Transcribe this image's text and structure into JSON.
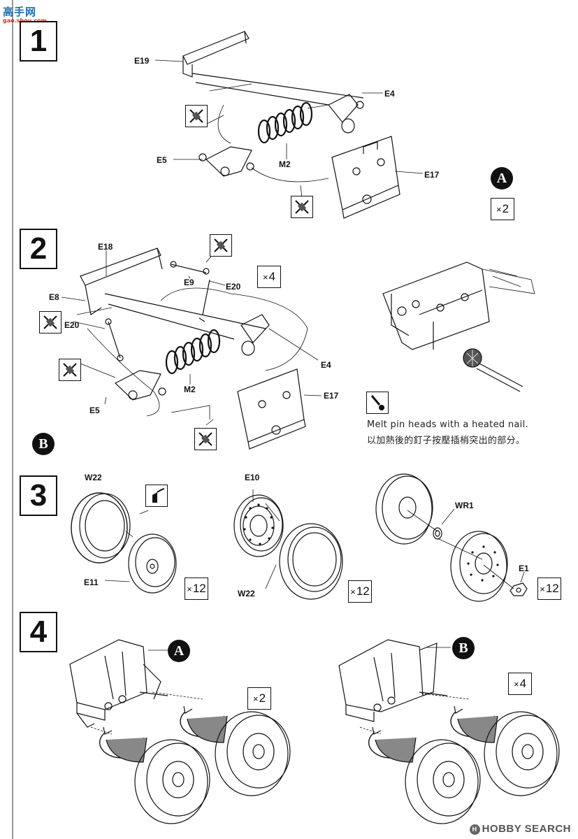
{
  "watermark_top": {
    "cn": "高手网",
    "url": "gao.shou.com"
  },
  "watermark_bottom": "HOBBY SEARCH",
  "steps": [
    {
      "number": "1"
    },
    {
      "number": "2"
    },
    {
      "number": "3"
    },
    {
      "number": "4"
    }
  ],
  "step1": {
    "labels": {
      "e19": "E19",
      "e4": "E4",
      "e5": "E5",
      "m2": "M2",
      "e17": "E17"
    },
    "assembly_marker": "A",
    "quantity": "2"
  },
  "step2": {
    "labels": {
      "e18": "E18",
      "e8": "E8",
      "e9": "E9",
      "e20a": "E20",
      "e20b": "E20",
      "e4": "E4",
      "m2": "M2",
      "e17": "E17",
      "e5": "E5"
    },
    "assembly_marker": "B",
    "quantity": "4",
    "note_en": "Melt pin heads with a heated nail.",
    "note_cn": "以加熱後的釘子按壓插梢突出的部分。"
  },
  "step3": {
    "labels": {
      "w22a": "W22",
      "e11": "E11",
      "e10": "E10",
      "w22b": "W22",
      "wr1": "WR1",
      "e1": "E1"
    },
    "quantities": [
      "12",
      "12",
      "12"
    ]
  },
  "step4": {
    "markers": [
      "A",
      "B"
    ],
    "quantities": [
      "2",
      "4"
    ]
  },
  "icon_names": [
    "no-glue-icon",
    "glue-icon",
    "heated-nail-icon"
  ]
}
